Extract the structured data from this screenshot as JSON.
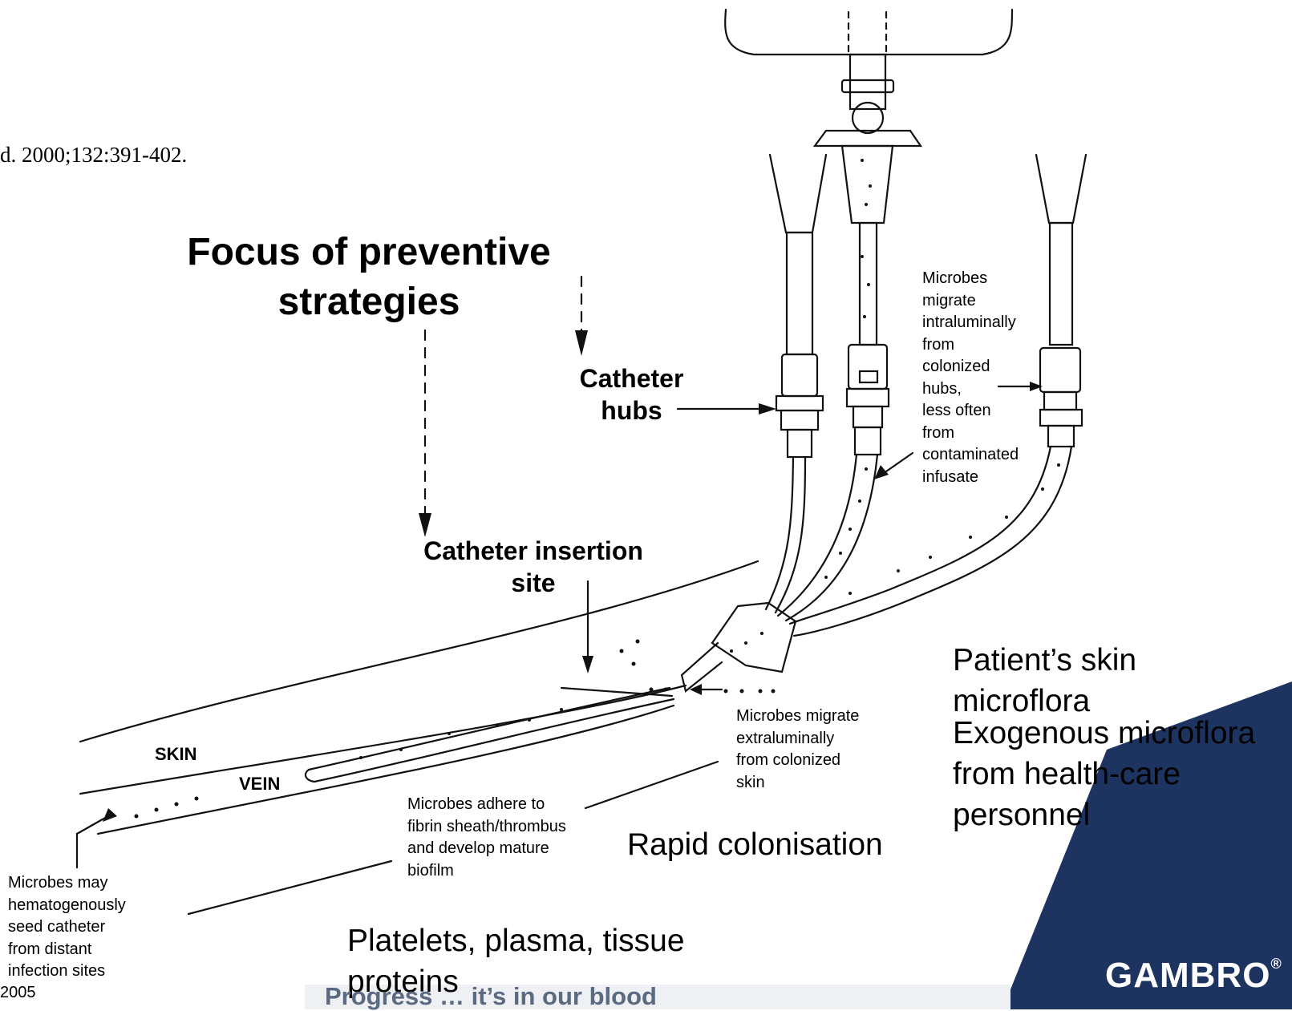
{
  "reference": "d. 2000;132:391-402.",
  "headings": {
    "focus_line1": "Focus of preventive",
    "focus_line2": "strategies",
    "hubs_line1": "Catheter",
    "hubs_line2": "hubs",
    "site_line1": "Catheter insertion",
    "site_line2": "site"
  },
  "anatomy": {
    "skin": "SKIN",
    "vein": "VEIN"
  },
  "annotations": {
    "intraluminal": [
      "Microbes",
      "migrate",
      "intraluminally",
      "from",
      "colonized",
      "hubs,",
      "less often",
      "from",
      "contaminated",
      "infusate"
    ],
    "extraluminal": [
      "Microbes migrate",
      "extraluminally",
      "from colonized",
      "skin"
    ],
    "biofilm": [
      "Microbes adhere to",
      "fibrin sheath/thrombus",
      "and develop mature",
      "biofilm"
    ],
    "hematogenous": [
      "Microbes may",
      "hematogenously",
      "seed catheter",
      "from distant",
      "infection sites"
    ]
  },
  "slide_text": {
    "patient_skin": [
      "Patient’s skin",
      "microflora"
    ],
    "exogenous": [
      "Exogenous microflora",
      "from health-care",
      "personnel"
    ],
    "rapid": "Rapid colonisation",
    "platelets": [
      "Platelets, plasma, tissue",
      "proteins"
    ]
  },
  "footer": {
    "year": "2005",
    "tagline": "Progress … it’s in our blood",
    "logo": "GAMBRO",
    "logo_mark": "®"
  },
  "colors": {
    "navy_panel": "#1d3461",
    "line": "#111111"
  }
}
